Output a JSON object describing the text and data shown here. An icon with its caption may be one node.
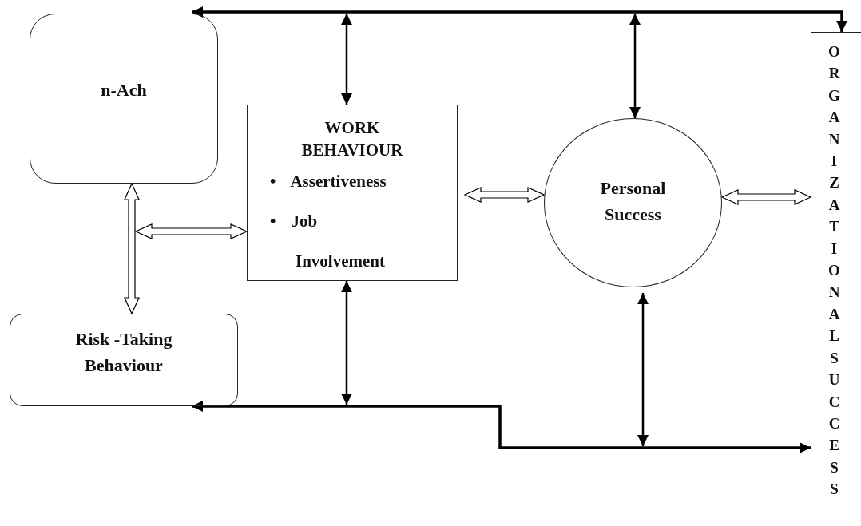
{
  "diagram": {
    "nodes": [
      {
        "text": [
          "n-Ach"
        ]
      },
      {
        "text": [
          "WORK BEHAVIOUR",
          "• Assertiveness",
          "• Job Involvement"
        ]
      },
      {
        "text": [
          "Personal Success"
        ]
      },
      {
        "text": [
          "Risk -Taking Behaviour"
        ]
      },
      {
        "text": [
          "ORGANIZATIONAL SUCCESS"
        ]
      }
    ],
    "edges": [
      {
        "from": 0,
        "to": 4,
        "arrow": "both"
      },
      {
        "from": 1,
        "to": null,
        "arrow": "both"
      },
      {
        "from": 2,
        "to": null,
        "arrow": "both"
      },
      {
        "from": 3,
        "to": 4,
        "arrow": "both"
      },
      {
        "from": 1,
        "to": null,
        "arrow": "both"
      },
      {
        "from": 2,
        "to": null,
        "arrow": "both"
      },
      {
        "from": 0,
        "to": 3,
        "arrow": "both",
        "style": "thick"
      },
      {
        "from": null,
        "to": 1,
        "arrow": "both",
        "style": "thick"
      },
      {
        "from": 1,
        "to": 2,
        "arrow": "both",
        "style": "thick"
      },
      {
        "from": 2,
        "to": 4,
        "arrow": "both",
        "style": "thick"
      }
    ]
  }
}
